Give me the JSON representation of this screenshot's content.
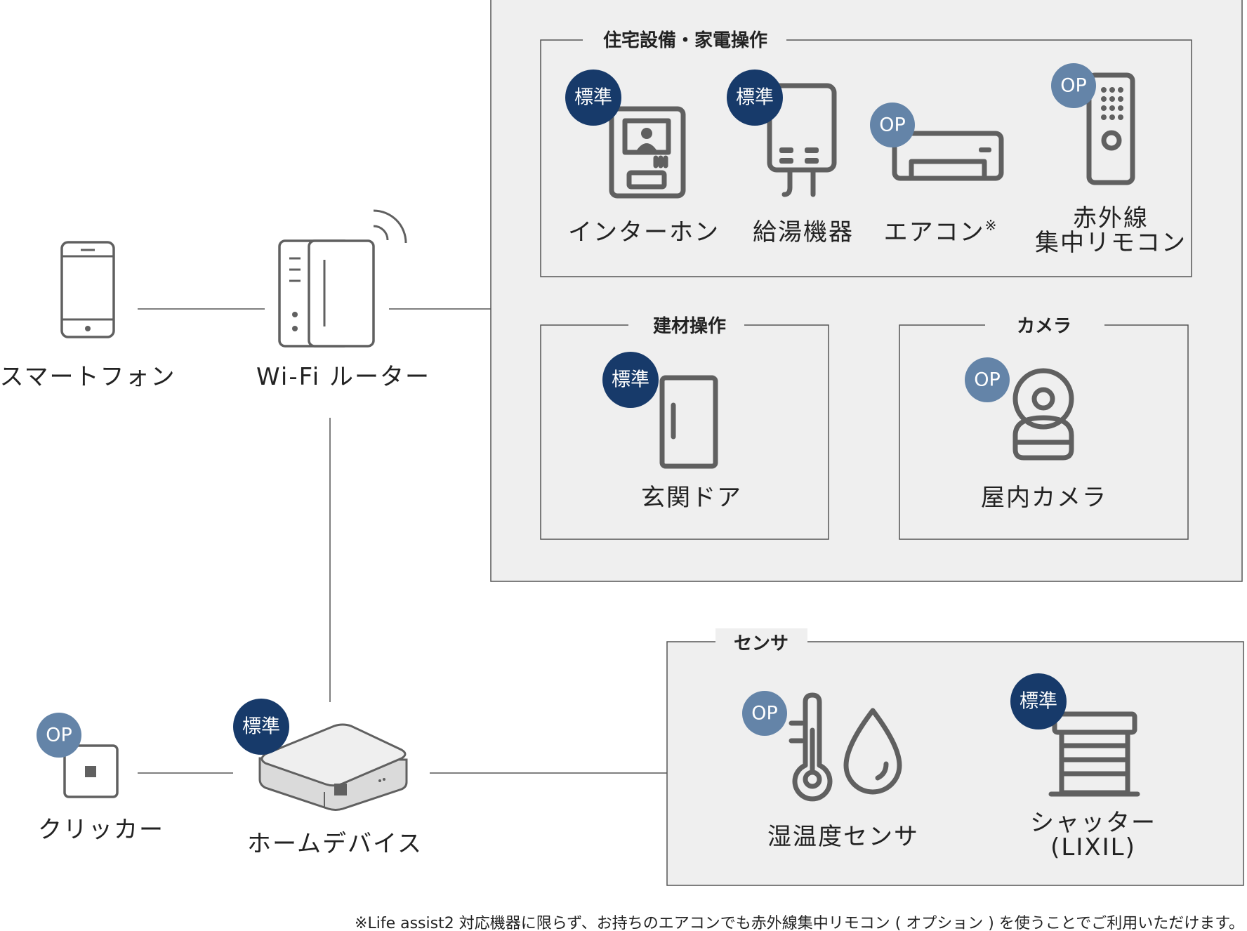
{
  "badges": {
    "standard": "標準",
    "option": "OP"
  },
  "colors": {
    "standard_badge": "#173a6a",
    "option_badge": "#6484a8",
    "icon": "#606060",
    "panel": "#efefef"
  },
  "left": {
    "smartphone": "スマートフォン",
    "router": "Wi-Fi ルーター",
    "clicker": "クリッカー",
    "home_device": "ホームデバイス"
  },
  "appliances": {
    "title": "住宅設備・家電操作",
    "intercom": "インターホン",
    "water_heater": "給湯機器",
    "aircon": "エアコン",
    "aircon_note_mark": "※",
    "remote_line1": "赤外線",
    "remote_line2": "集中リモコン"
  },
  "building": {
    "title": "建材操作",
    "door": "玄関ドア"
  },
  "camera": {
    "title": "カメラ",
    "indoor_camera": "屋内カメラ"
  },
  "sensor": {
    "title": "センサ",
    "humidity_temp": "湿温度センサ",
    "shutter_line1": "シャッター",
    "shutter_line2": "(LIXIL)"
  },
  "footnote": "※Life assist2 対応機器に限らず、お持ちのエアコンでも赤外線集中リモコン ( オプション ) を使うことでご利用いただけます。"
}
